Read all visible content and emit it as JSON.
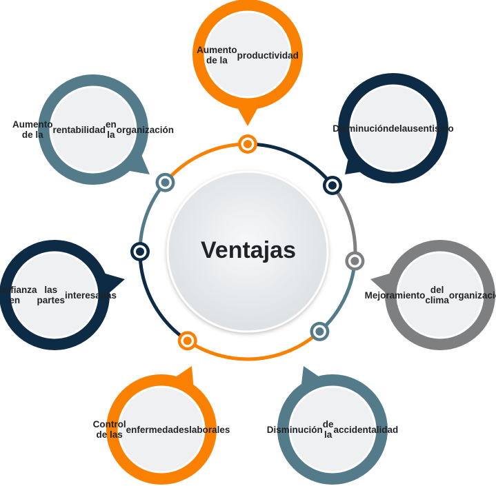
{
  "center": {
    "title": "Ventajas"
  },
  "colors": {
    "orange": "#fa8100",
    "navy": "#0e2b45",
    "steel": "#537b89",
    "gray": "#7d7f81",
    "inner": "#eef0f1"
  },
  "bubbles": [
    {
      "id": "productividad",
      "color": "orange",
      "lines": [
        "Aumento de la",
        "productividad"
      ]
    },
    {
      "id": "ausentismo",
      "color": "navy",
      "lines": [
        "Disminución",
        "del",
        "ausentismo"
      ]
    },
    {
      "id": "clima",
      "color": "gray",
      "lines": [
        "Mejoramiento",
        "del clima",
        "organizacional"
      ]
    },
    {
      "id": "accidentalidad",
      "color": "steel",
      "lines": [
        "Disminución",
        "de la",
        "accidentalidad"
      ]
    },
    {
      "id": "enfermedades",
      "color": "orange",
      "lines": [
        "Control de las",
        "enfermedades",
        "laborales"
      ]
    },
    {
      "id": "confianza",
      "color": "navy",
      "lines": [
        "Confianza en",
        "las partes",
        "interesadas"
      ]
    },
    {
      "id": "rentabilidad",
      "color": "steel",
      "lines": [
        "Aumento de la",
        "rentabilidad",
        "en la",
        "organización"
      ]
    }
  ]
}
